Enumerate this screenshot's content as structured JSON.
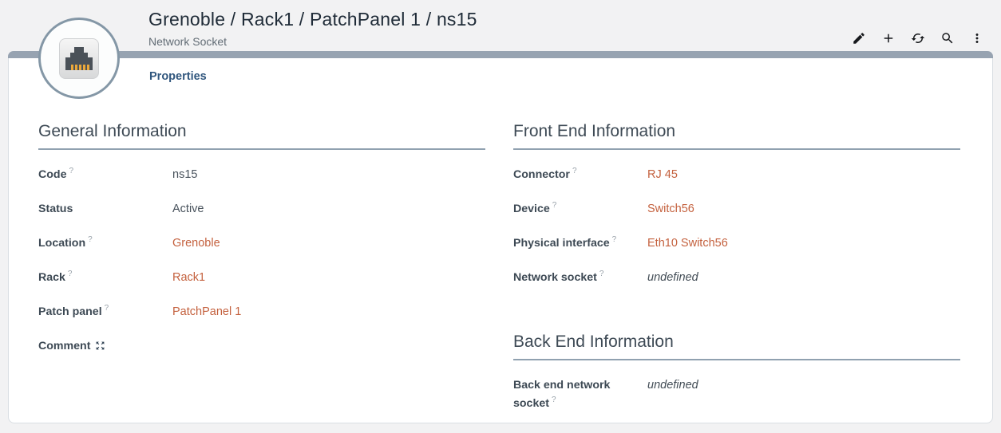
{
  "header": {
    "title": "Grenoble / Rack1 / PatchPanel 1 / ns15",
    "subtitle": "Network Socket",
    "toolbar_icons": [
      "pencil-icon",
      "plus-icon",
      "refresh-icon",
      "search-icon",
      "kebab-menu-icon"
    ]
  },
  "avatar_icon": "rj45-network-socket-icon",
  "tabs": [
    {
      "label": "Properties",
      "active": true
    }
  ],
  "general": {
    "heading": "General Information",
    "rows": [
      {
        "label": "Code",
        "help": "?",
        "value": "ns15"
      },
      {
        "label": "Status",
        "help": "",
        "value": "Active"
      },
      {
        "label": "Location",
        "help": "?",
        "value": "Grenoble"
      },
      {
        "label": "Rack",
        "help": "?",
        "value": "Rack1"
      },
      {
        "label": "Patch panel",
        "help": "?",
        "value": "PatchPanel 1"
      },
      {
        "label": "Comment",
        "help": "",
        "value": "",
        "icon": "expand-icon"
      }
    ]
  },
  "front_end": {
    "heading": "Front End Information",
    "rows": [
      {
        "label": "Connector",
        "help": "?",
        "value": "RJ 45"
      },
      {
        "label": "Device",
        "help": "?",
        "value": "Switch56"
      },
      {
        "label": "Physical interface",
        "help": "?",
        "value": "Eth10 Switch56"
      },
      {
        "label": "Network socket",
        "help": "?",
        "value": "undefined"
      }
    ]
  },
  "back_end": {
    "heading": "Back End Information",
    "rows": [
      {
        "label": "Back end network socket",
        "help": "?",
        "value": "undefined"
      }
    ]
  },
  "colors": {
    "link_accent": "#c4613e",
    "accent_bar": "#97a3b1",
    "tab_text": "#30567d",
    "page_background": "#f2f2f3"
  }
}
